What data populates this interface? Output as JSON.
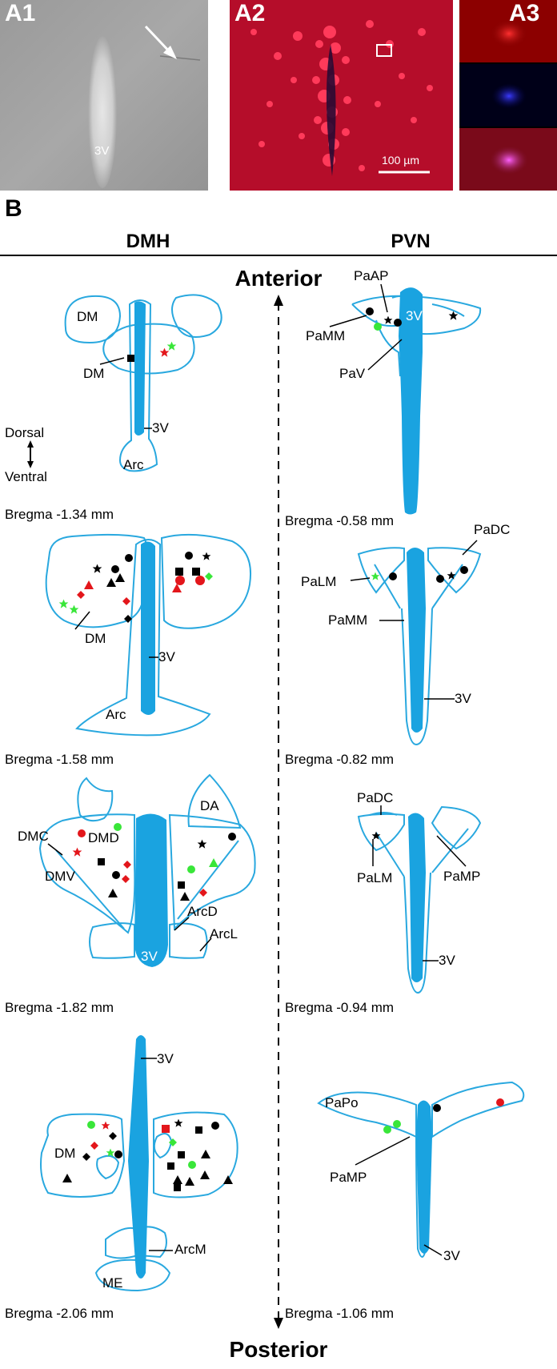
{
  "panels": {
    "a1_label": "A1",
    "a1_ventricle": "3V",
    "a2_label": "A2",
    "a2_scale": "100 µm",
    "a3_label": "A3"
  },
  "section_b": "B",
  "columns": {
    "left": "DMH",
    "right": "PVN"
  },
  "axis": {
    "top": "Anterior",
    "bottom": "Posterior"
  },
  "orientation": {
    "top": "Dorsal",
    "bottom": "Ventral"
  },
  "dmh_sections": [
    {
      "bregma": "Bregma -1.34 mm",
      "labels": [
        "DM",
        "DM",
        "3V",
        "Arc"
      ]
    },
    {
      "bregma": "Bregma -1.58 mm",
      "labels": [
        "DM",
        "3V",
        "Arc"
      ]
    },
    {
      "bregma": "Bregma -1.82 mm",
      "labels": [
        "DA",
        "DMC",
        "DMD",
        "DMV",
        "ArcD",
        "ArcL",
        "3V"
      ]
    },
    {
      "bregma": "Bregma -2.06 mm",
      "labels": [
        "3V",
        "DM",
        "ArcM",
        "ME"
      ]
    }
  ],
  "pvn_sections": [
    {
      "bregma": "Bregma -0.58 mm",
      "labels": [
        "PaAP",
        "PaMM",
        "PaV",
        "3V"
      ]
    },
    {
      "bregma": "Bregma -0.82 mm",
      "labels": [
        "PaDC",
        "PaLM",
        "PaMM",
        "3V"
      ]
    },
    {
      "bregma": "Bregma -0.94 mm",
      "labels": [
        "PaDC",
        "PaLM",
        "PaMP",
        "3V"
      ]
    },
    {
      "bregma": "Bregma -1.06 mm",
      "labels": [
        "PaPo",
        "PaMP",
        "3V"
      ]
    }
  ],
  "colors": {
    "outline": "#29a8df",
    "ventricle": "#1aa3e0",
    "red_marker": "#e3161b",
    "green_marker": "#39e639",
    "black_marker": "#000000"
  }
}
